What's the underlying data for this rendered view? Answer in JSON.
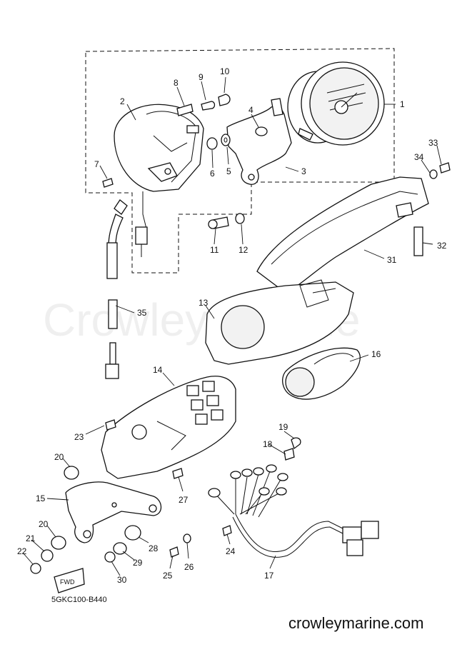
{
  "watermark": "Crowley Marine",
  "diagram_code": "5GKC100-B440",
  "footer_url": "crowleymarine.com",
  "fwd_label": "FWD",
  "callouts": [
    "1",
    "2",
    "3",
    "4",
    "5",
    "6",
    "7",
    "8",
    "9",
    "10",
    "11",
    "12",
    "13",
    "14",
    "15",
    "16",
    "17",
    "18",
    "19",
    "20",
    "20",
    "21",
    "22",
    "23",
    "24",
    "25",
    "26",
    "27",
    "28",
    "29",
    "30",
    "31",
    "32",
    "33",
    "34",
    "35"
  ]
}
